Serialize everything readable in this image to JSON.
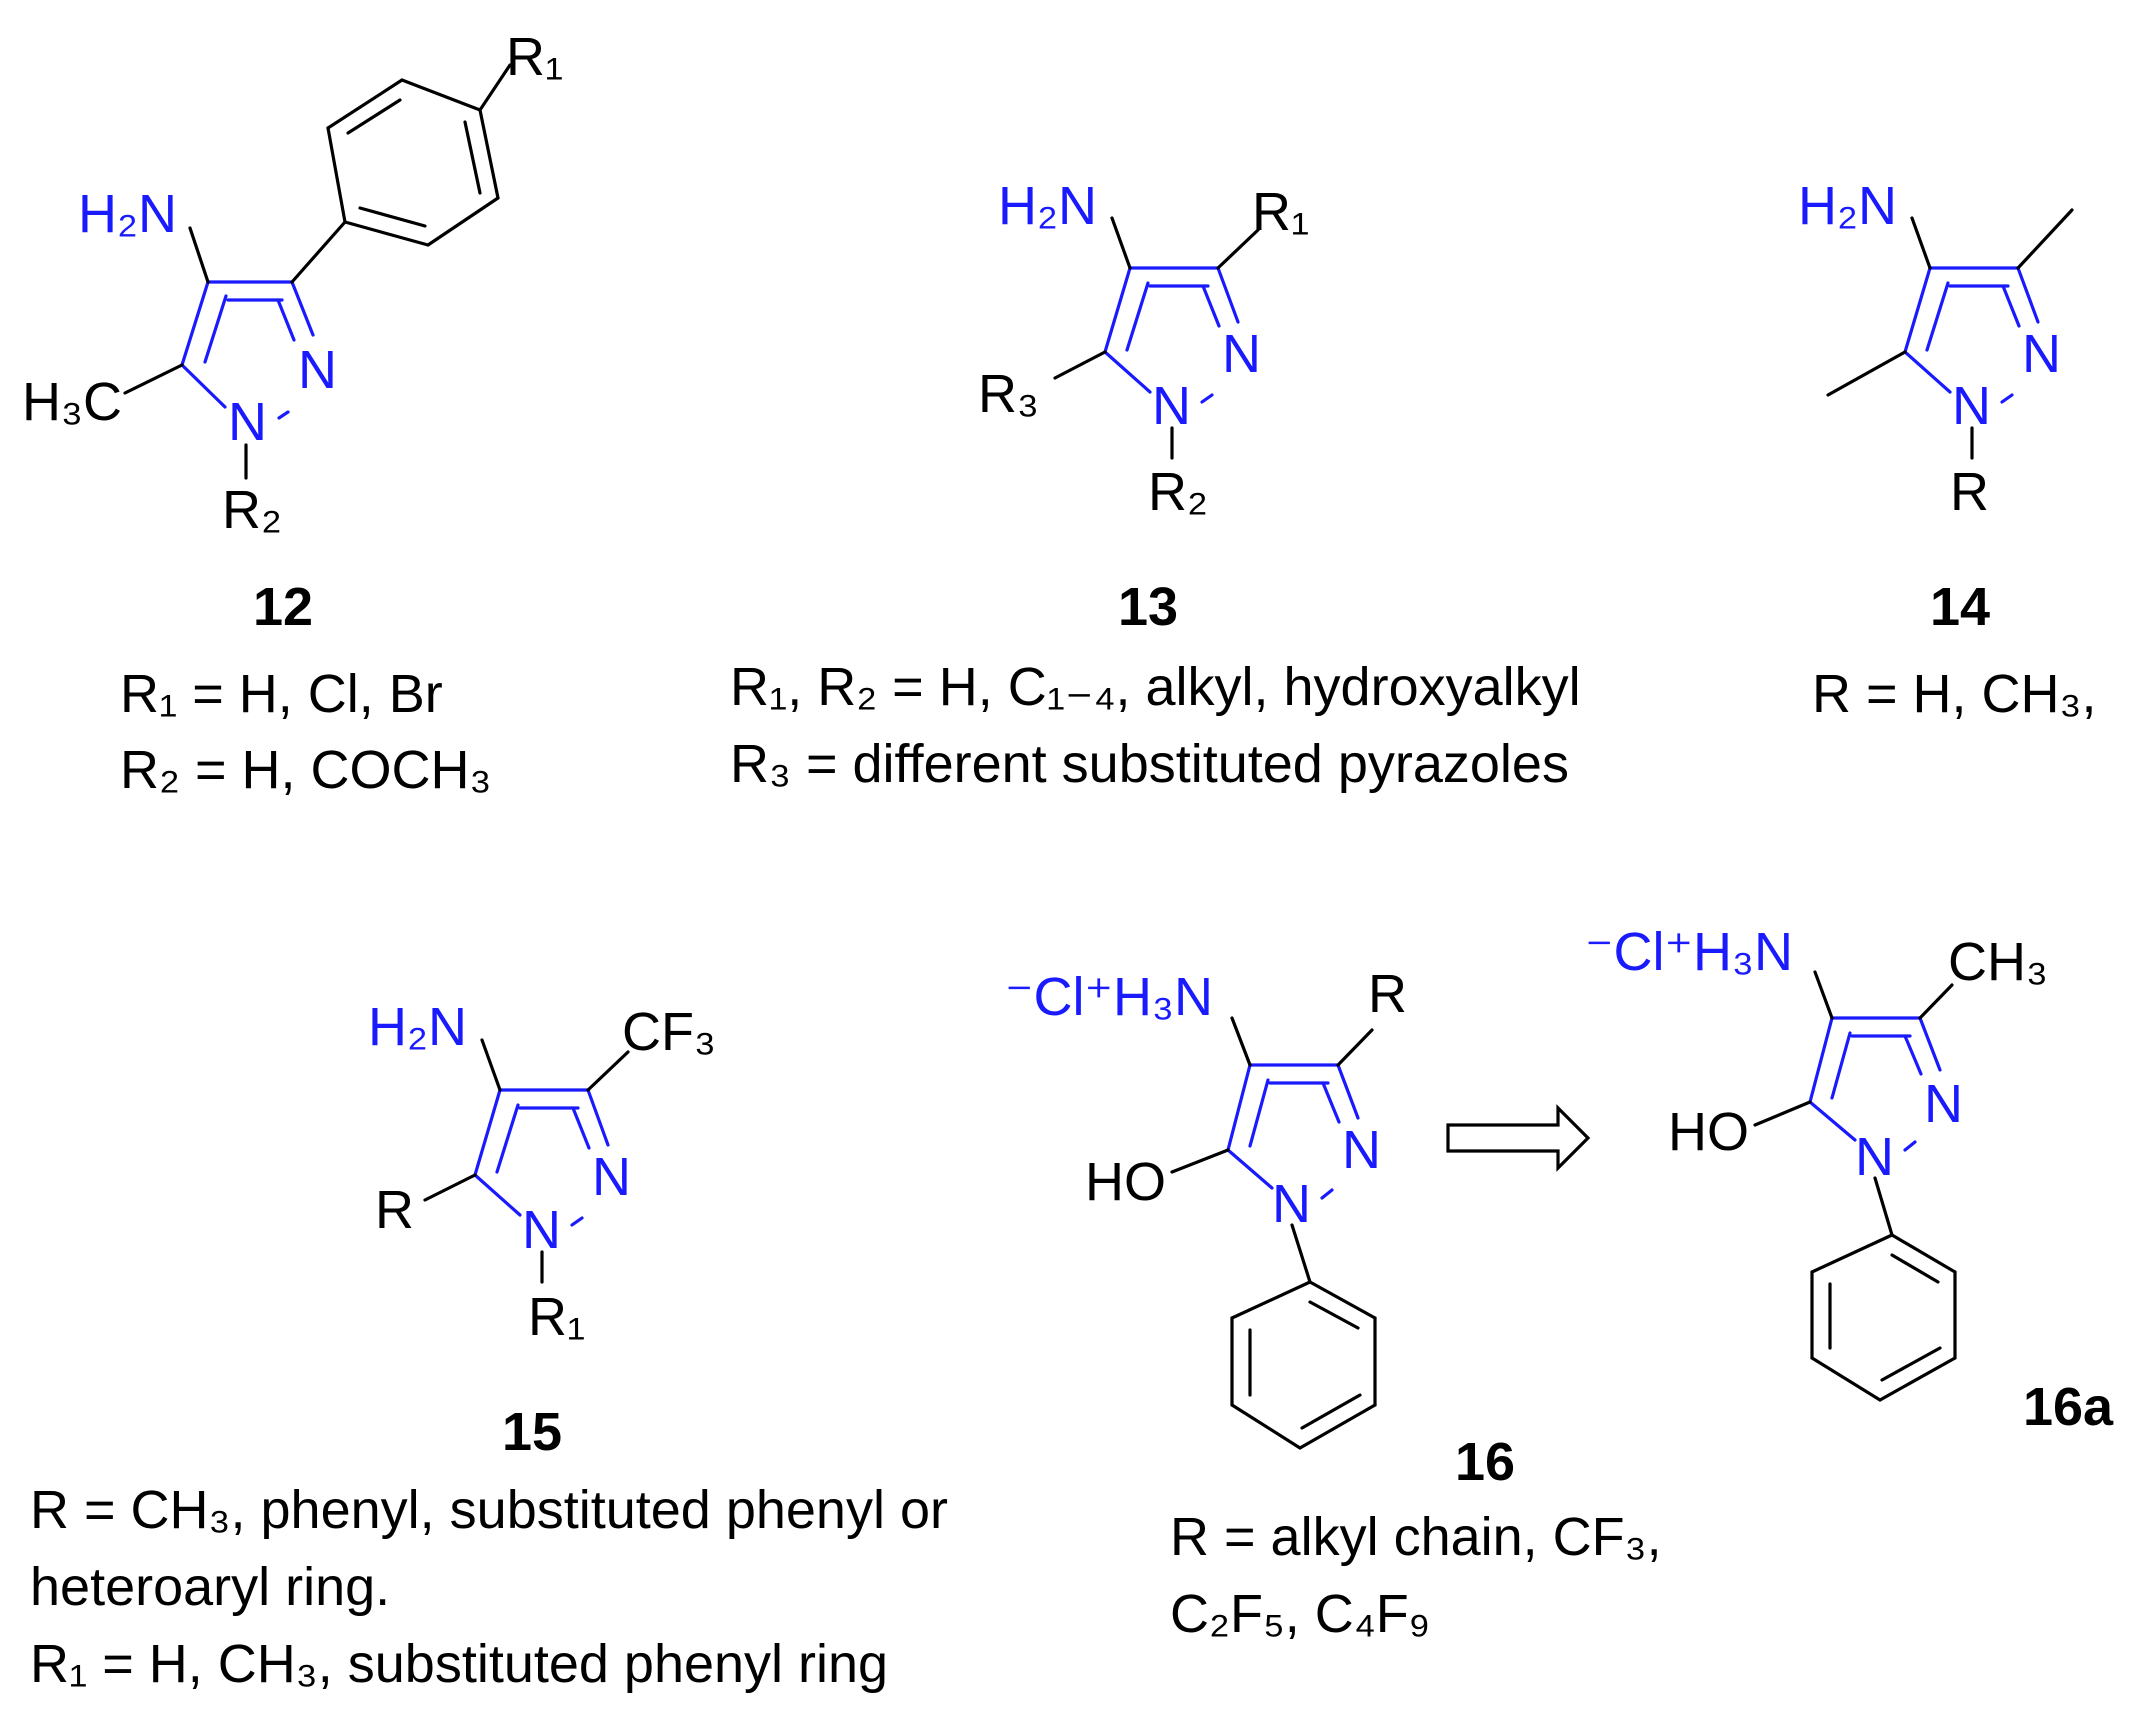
{
  "colors": {
    "amine_highlight": "#1a1aff",
    "bonds": "#000000",
    "background": "#ffffff"
  },
  "compounds": [
    {
      "id": "12",
      "atoms": {
        "amine": "H₂N",
        "n_ring": "N",
        "n_sub": "N",
        "r1": "R₁",
        "r2": "R₂",
        "methyl": "H₃C"
      },
      "description": [
        "R₁ = H, Cl, Br",
        "R₂ = H, COCH₃"
      ]
    },
    {
      "id": "13",
      "atoms": {
        "amine": "H₂N",
        "n_ring": "N",
        "n_sub": "N",
        "r1": "R₁",
        "r2": "R₂",
        "r3": "R₃"
      },
      "description": [
        "R₁, R₂ = H, C₁₋₄, alkyl, hydroxyalkyl",
        "R₃ = different substituted pyrazoles"
      ]
    },
    {
      "id": "14",
      "atoms": {
        "amine": "H₂N",
        "n_ring": "N",
        "n_sub": "N",
        "r": "R"
      },
      "description": [
        "R = H, CH₃,"
      ]
    },
    {
      "id": "15",
      "atoms": {
        "amine": "H₂N",
        "n_ring": "N",
        "n_sub": "N",
        "cf3": "CF₃",
        "r": "R",
        "r1": "R₁"
      },
      "description": [
        "R = CH₃, phenyl, substituted phenyl or",
        "heteroaryl ring.",
        "R₁ = H, CH₃, substituted phenyl ring"
      ]
    },
    {
      "id": "16",
      "atoms": {
        "amine_salt": "⁻Cl⁺H₃N",
        "n_ring": "N",
        "n_sub": "N",
        "r": "R",
        "hydroxy": "HO"
      },
      "description": [
        "R = alkyl chain, CF₃,",
        "C₂F₅, C₄F₉"
      ]
    },
    {
      "id": "16a",
      "atoms": {
        "amine_salt": "⁻Cl⁺H₃N",
        "n_ring": "N",
        "n_sub": "N",
        "methyl": "CH₃",
        "hydroxy": "HO"
      },
      "description": []
    }
  ]
}
